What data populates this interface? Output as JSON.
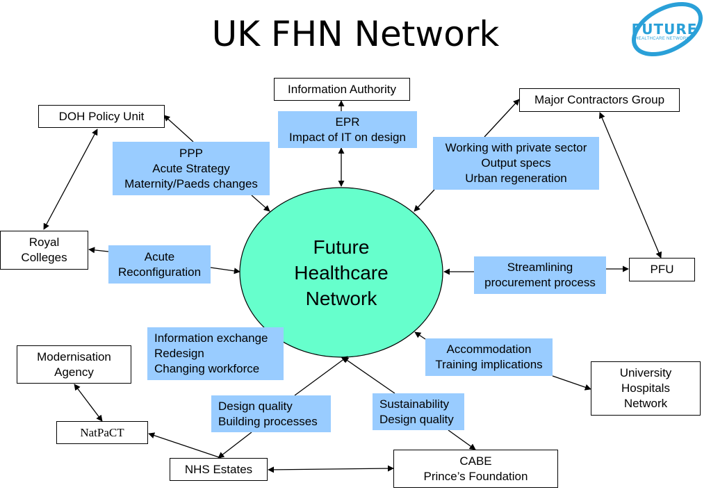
{
  "title": "UK FHN Network",
  "logo": {
    "word": "FUTURE",
    "tagline": "HEALTHCARE NETWORK",
    "color": "#2aa0d8"
  },
  "hub": {
    "lines": [
      "Future",
      "Healthcare",
      "Network"
    ],
    "fill": "#66ffcc"
  },
  "nodes": {
    "information_authority": "Information Authority",
    "doh_policy_unit": "DOH Policy Unit",
    "major_contractors_group": "Major Contractors Group",
    "royal_colleges": [
      "Royal",
      "Colleges"
    ],
    "pfu": "PFU",
    "modernisation_agency": [
      "Modernisation",
      "Agency"
    ],
    "university_hospitals_network": [
      "University",
      "Hospitals",
      "Network"
    ],
    "natpact": "NatPaCT",
    "nhs_estates": "NHS Estates",
    "cabe": [
      "CABE",
      "Prince’s Foundation"
    ]
  },
  "notes": {
    "epr": [
      "EPR",
      "Impact of IT on design"
    ],
    "ppp": [
      "PPP",
      "Acute Strategy",
      "Maternity/Paeds changes"
    ],
    "private_sector": [
      "Working with private sector",
      "Output specs",
      "Urban regeneration"
    ],
    "acute": [
      "Acute",
      "Reconfiguration"
    ],
    "streamlining": [
      "Streamlining",
      "procurement process"
    ],
    "info_exchange": [
      "Information exchange",
      "Redesign",
      "Changing workforce"
    ],
    "accommodation": [
      "Accommodation",
      "Training implications"
    ],
    "design_quality": [
      "Design quality",
      "Building processes"
    ],
    "sustainability": [
      "Sustainability",
      "Design quality"
    ]
  },
  "colors": {
    "note_fill": "#99ccff",
    "line": "#000000"
  }
}
